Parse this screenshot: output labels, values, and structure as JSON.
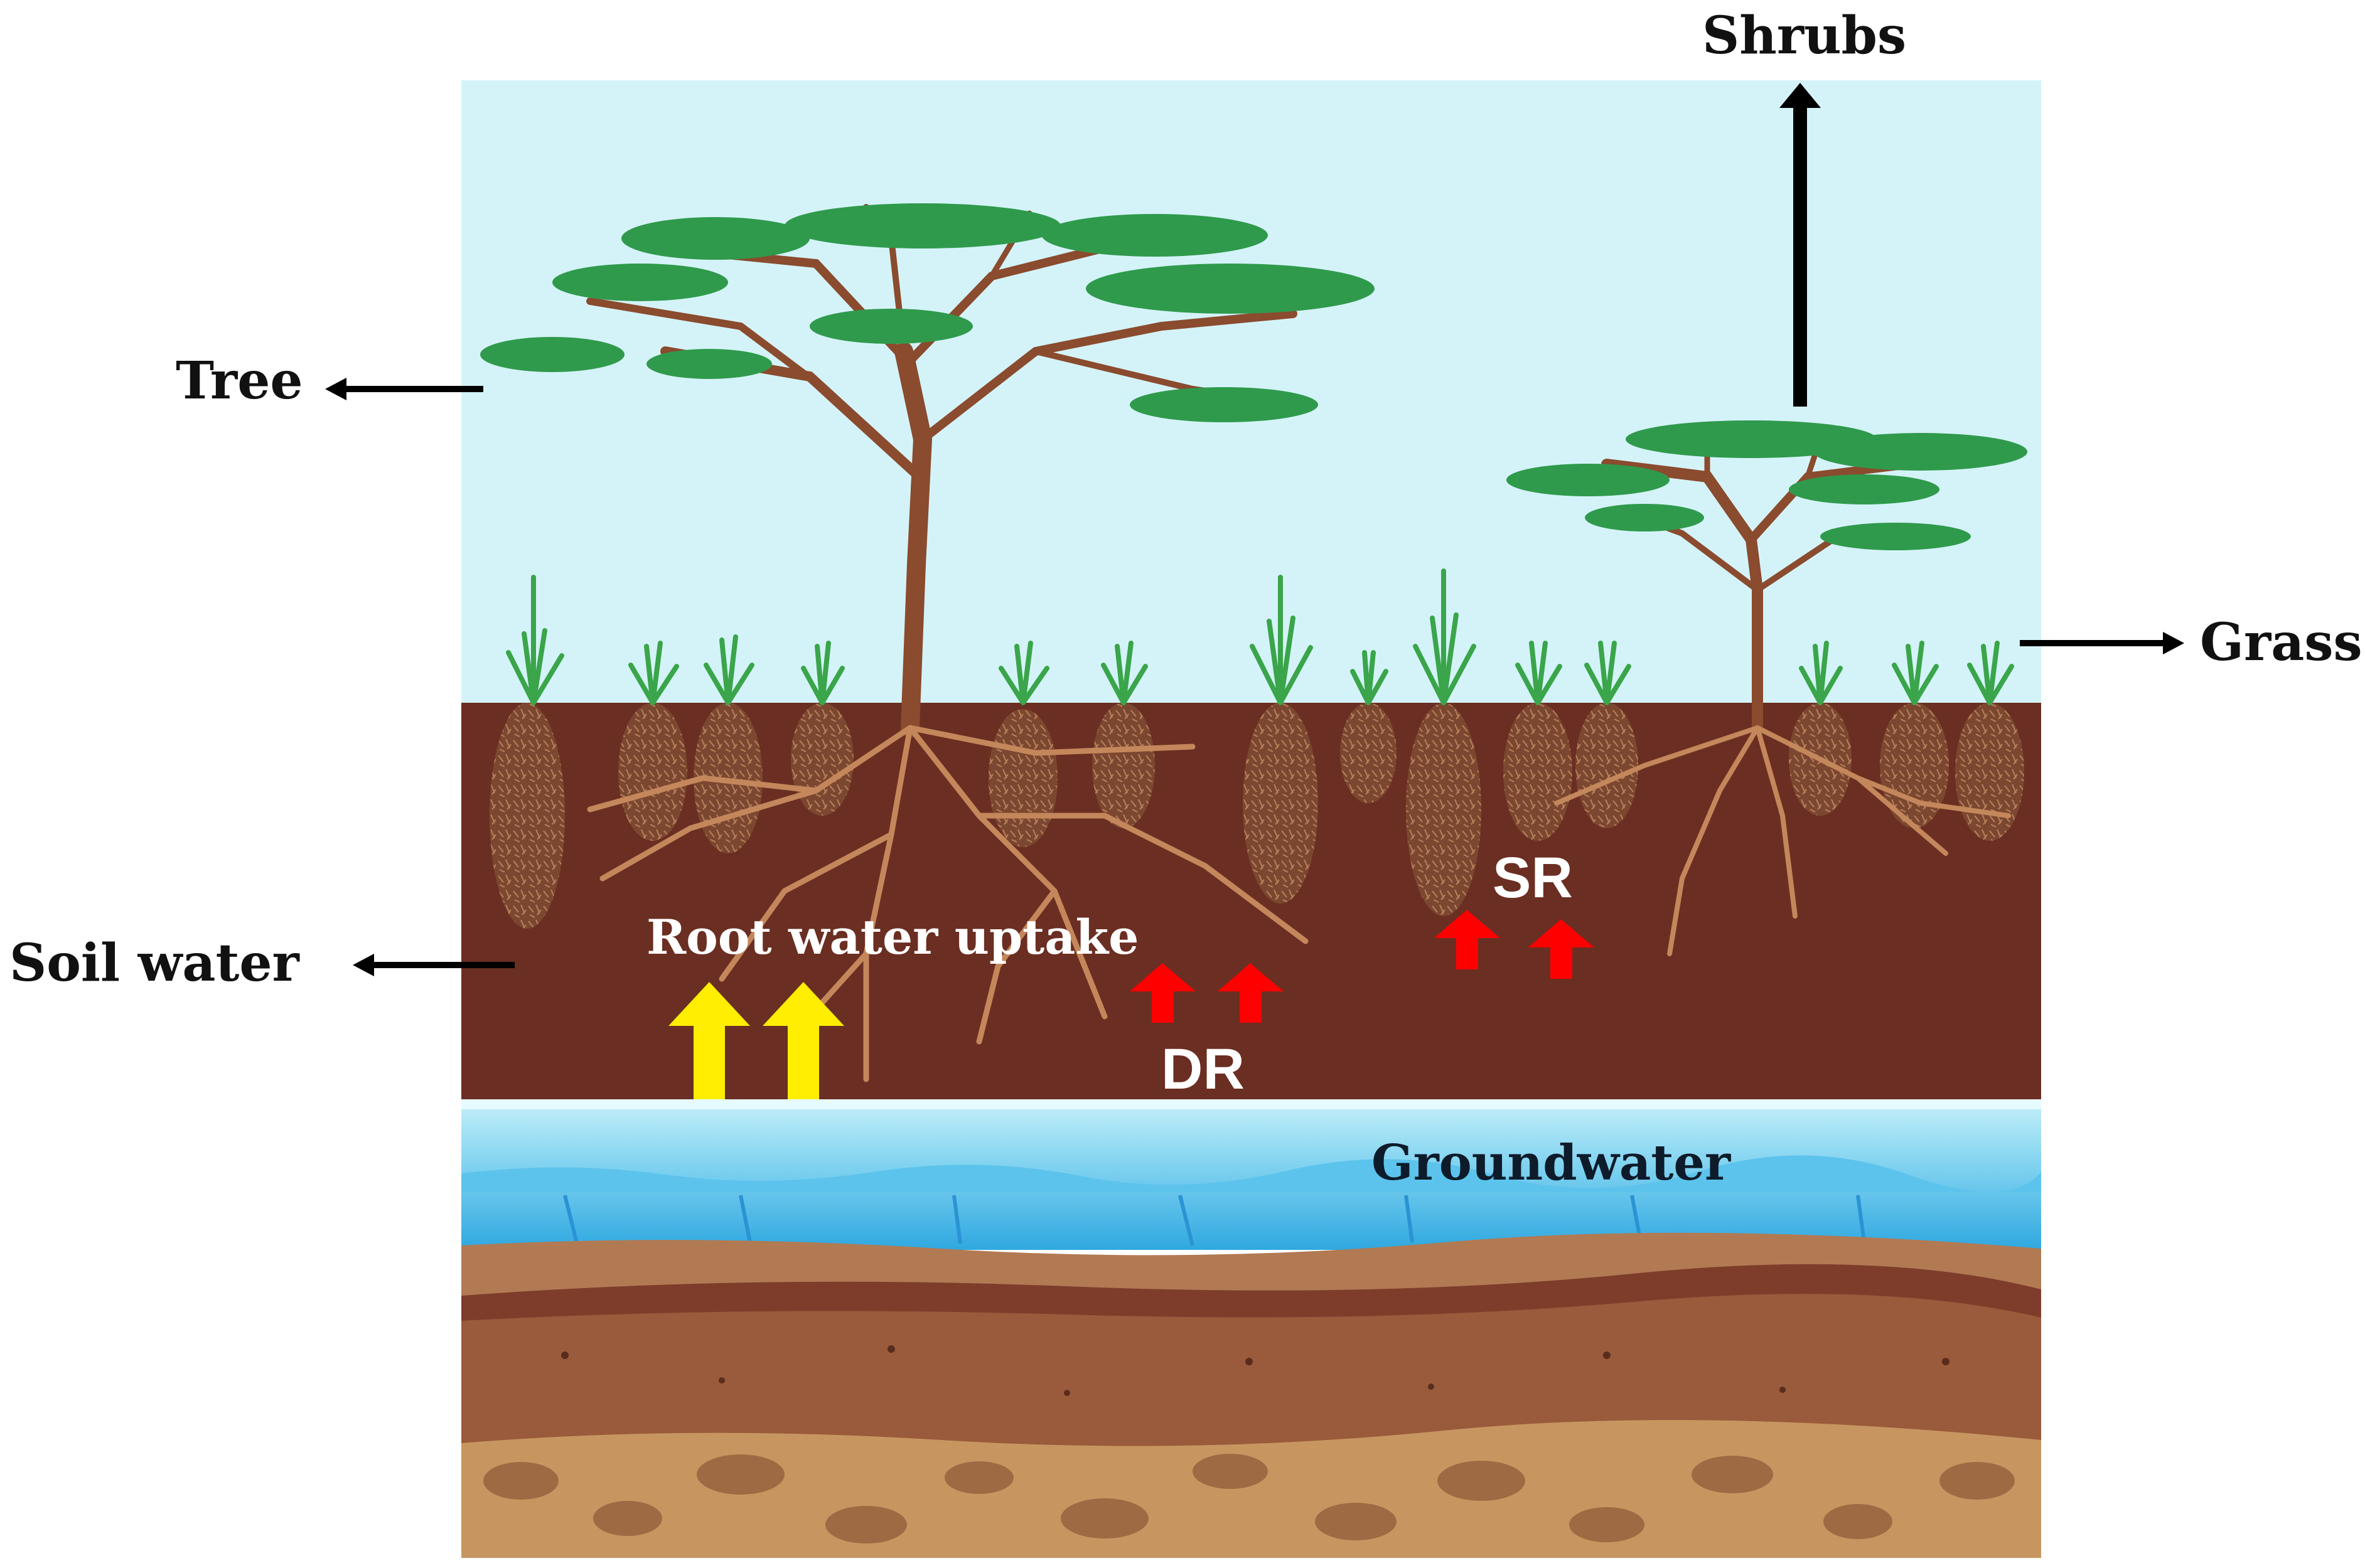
{
  "labels": {
    "tree": "Tree",
    "shrubs": "Shrubs",
    "grass": "Grass",
    "soil_water": "Soil water",
    "root_water_uptake": "Root water uptake",
    "dr": "DR",
    "sr": "SR",
    "groundwater": "Groundwater"
  },
  "colors": {
    "sky": "#d4f3f8",
    "topsoil": "#6b2e22",
    "groundwater_light": "#a8e4f3",
    "groundwater_deep": "#45b6e6",
    "sediment_brown": "#9a5a3c",
    "sediment_sand": "#c79660",
    "canopy": "#2f9a4c",
    "trunk": "#8a4b2e",
    "uptake_arrow": "#ffee00",
    "redistribution_arrow": "#ff0000",
    "pointer_arrow": "#000000"
  },
  "icons": [
    "tree-icon",
    "shrub-icon",
    "grass-icon",
    "yellow-up-arrow-icon",
    "red-up-arrow-icon",
    "black-pointer-arrow-icon"
  ]
}
